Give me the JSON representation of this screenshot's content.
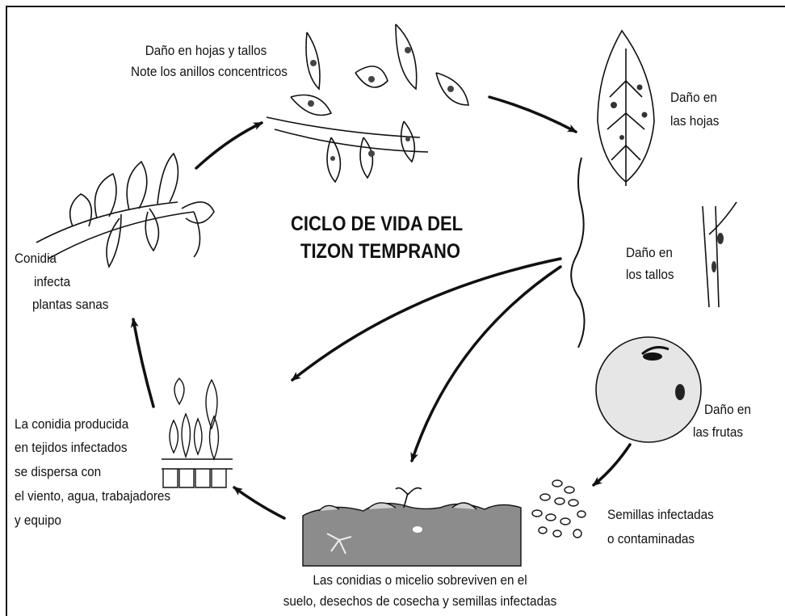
{
  "title": {
    "line1": "CICLO DE VIDA DEL",
    "line2": "TIZON TEMPRANO"
  },
  "stages": {
    "leaf_stem_damage": {
      "line1": "Daño en  hojas  y tallos",
      "line2": "Note los anillos concentricos"
    },
    "leaf_damage": {
      "line1": "Daño en",
      "line2": "las hojas"
    },
    "stem_damage": {
      "line1": "Daño en",
      "line2": "los tallos"
    },
    "fruit_damage": {
      "line1": "Daño en",
      "line2": "las frutas"
    },
    "seeds": {
      "line1": "Semillas infectadas",
      "line2": "o contaminadas"
    },
    "survival": {
      "line1": "Las conidias o micelio sobreviven en el",
      "line2": "suelo, desechos de cosecha y semillas infectadas"
    },
    "dispersal": {
      "line1": "La conidia producida",
      "line2": "en tejidos infectados",
      "line3": "se dispersa con",
      "line4": "el viento, agua, trabajadores",
      "line5": "y equipo"
    },
    "infection": {
      "line1": "Conidia",
      "line2": "infecta",
      "line3": "plantas sanas"
    }
  },
  "colors": {
    "soil": "#8c8c8c",
    "fruit": "#e6e6e6",
    "line": "#111111"
  }
}
